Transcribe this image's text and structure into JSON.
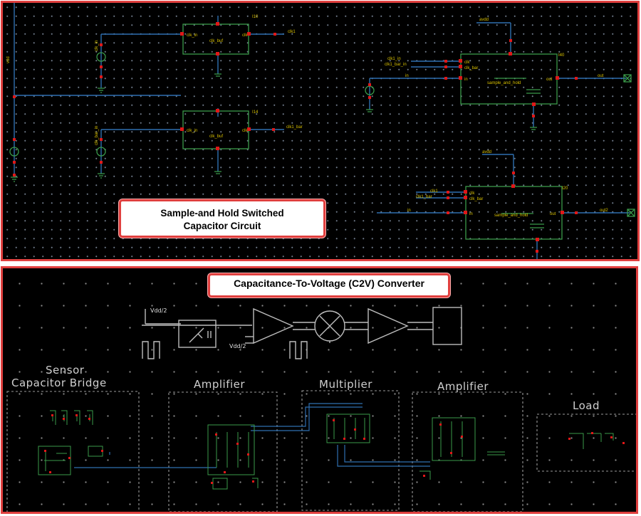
{
  "top_panel": {
    "callout": {
      "line1": "Sample-and Hold Switched",
      "line2": "Capacitor Circuit"
    },
    "left_rail_label": "vdd",
    "buffers": [
      {
        "inst": "I10",
        "in": "clk_in",
        "out": "clk",
        "name": "clk_buf",
        "vdd": "vdd",
        "gnd": "gnd",
        "net_out": "clk1",
        "source": "clk_in"
      },
      {
        "inst": "I14",
        "in": "clk_in",
        "out": "clk",
        "name": "clk_buf",
        "vdd": "vdd",
        "gnd": "gnd",
        "net_out": "clk1_bar",
        "source": "clk_bar_in"
      }
    ],
    "sh_blocks": [
      {
        "inst": "I40",
        "pins": [
          "clk",
          "clk_bar",
          "in"
        ],
        "name": "sample_and_hold",
        "out": "out",
        "vdd": "avdd",
        "nets_in": [
          "clk1_in",
          "clk1_bar_in",
          "in"
        ],
        "net_out": "out"
      },
      {
        "inst": "I20",
        "pins": [
          "clk",
          "clk_bar",
          "in"
        ],
        "name": "sample_and_hold",
        "out": "out",
        "vdd": "avdd",
        "nets_in": [
          "clk1",
          "clk1_bar",
          "in"
        ],
        "net_out": "out2"
      }
    ]
  },
  "bottom_panel": {
    "callout": "Capacitance-To-Voltage (C2V) Converter",
    "signals": {
      "vdd_half_top": "Vdd/2",
      "vdd_half_bottom": "Vdd/2"
    },
    "blocks": [
      {
        "label": "Sensor\nCapacitor Bridge",
        "lines": [
          "Sensor",
          "Capacitor Bridge"
        ]
      },
      {
        "label": "Amplifier"
      },
      {
        "label": "Multiplier"
      },
      {
        "label": "Amplifier"
      },
      {
        "label": "Load"
      }
    ]
  },
  "colors": {
    "frame": "#e0403f",
    "wire": "#2f6fb0",
    "component": "#3a9a4a",
    "pin": "#e01818",
    "bg": "#000000",
    "label": "#d8c000"
  }
}
